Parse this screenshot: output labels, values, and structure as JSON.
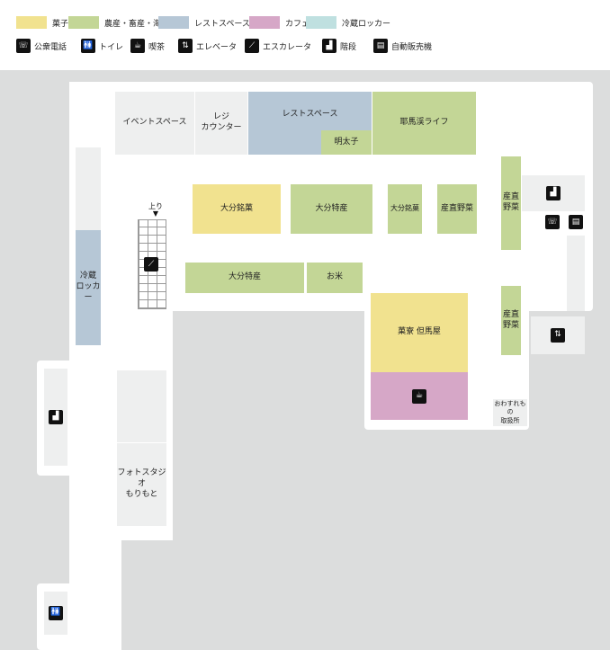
{
  "legend": {
    "categories": [
      {
        "label": "菓子",
        "color": "#f1e28f"
      },
      {
        "label": "農産・畜産・海産",
        "color": "#c3d696"
      },
      {
        "label": "レストスペース",
        "color": "#b6c7d6"
      },
      {
        "label": "カフェ",
        "color": "#d6a7c7"
      },
      {
        "label": "冷蔵ロッカー",
        "color": "#bfe0e0"
      }
    ],
    "facilities": [
      {
        "label": "公衆電話",
        "icon": "phone-icon"
      },
      {
        "label": "トイレ",
        "icon": "toilet-icon"
      },
      {
        "label": "喫茶",
        "icon": "coffee-icon"
      },
      {
        "label": "エレベータ",
        "icon": "elevator-icon"
      },
      {
        "label": "エスカレータ",
        "icon": "escalator-icon"
      },
      {
        "label": "階段",
        "icon": "stairs-icon"
      },
      {
        "label": "自動販売機",
        "icon": "vending-machine-icon"
      }
    ]
  },
  "rooms": {
    "event_space": "イベントスペース",
    "register": "レジ\nカウンター",
    "rest_space": "レストスペース",
    "mentaiko": "明太子",
    "yabakei_life": "耶馬渓ライフ",
    "oita_meika": "大分銘菓",
    "oita_tokusan_1": "大分特産",
    "oita_meika_small": "大分銘菓",
    "sanchoku_yasai_1": "産直野菜",
    "oita_tokusan_2": "大分特産",
    "okome": "お米",
    "kuriryo_tajimaya": "菓寮 但馬屋",
    "sanchoku_yasai_v1": "産直\n野菜",
    "sanchoku_yasai_v2": "産直\n野菜",
    "cold_locker": "冷蔵\nロッカー",
    "photo_studio": "フォトスタジオ\nもりもと",
    "lost_found": "おわすれもの\n取扱所"
  },
  "stairs_label": "上り"
}
